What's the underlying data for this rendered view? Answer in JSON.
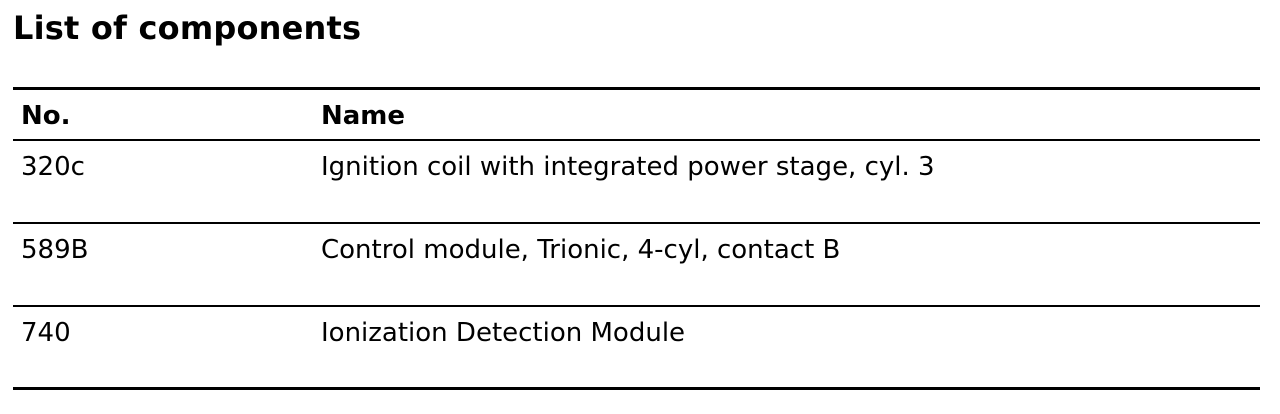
{
  "title": "List of components",
  "table": {
    "headers": {
      "no": "No.",
      "name": "Name"
    },
    "rows": [
      {
        "no": "320c",
        "name": "Ignition coil with integrated power stage, cyl. 3"
      },
      {
        "no": "589B",
        "name": "Control module, Trionic, 4-cyl, contact B"
      },
      {
        "no": "740",
        "name": "Ionization Detection Module"
      }
    ]
  }
}
